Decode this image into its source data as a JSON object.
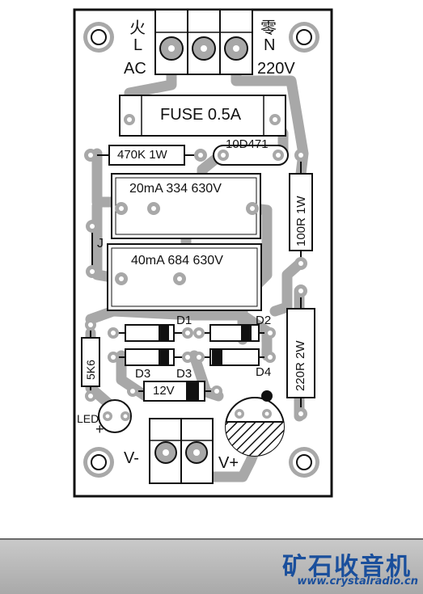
{
  "colors": {
    "trace": "#a8a8a8",
    "board": "#ffffff",
    "outline": "#111111",
    "brand": "#1a4f9c"
  },
  "labels": {
    "live_cn": "火",
    "live": "L",
    "ac": "AC",
    "neutral_cn": "零",
    "neutral": "N",
    "voltage_in": "220V",
    "fuse": "FUSE 0.5A",
    "r1": "470K 1W",
    "varistor": "10D471",
    "cap1": "20mA  334 630V",
    "cap2": "40mA  684 630V",
    "jumper": "J",
    "r_100": "100R 1W",
    "d1": "D1",
    "d2": "D2",
    "d3a": "D3",
    "d3b": "D3",
    "d4": "D4",
    "r_5k6": "5K6",
    "r_220": "220R 2W",
    "zener": "12V",
    "led": "LED",
    "plus": "+",
    "v_minus": "V-",
    "v_plus": "V+"
  },
  "footer": {
    "brand": "矿石收音机",
    "website": "www.crystalradio.cn"
  }
}
